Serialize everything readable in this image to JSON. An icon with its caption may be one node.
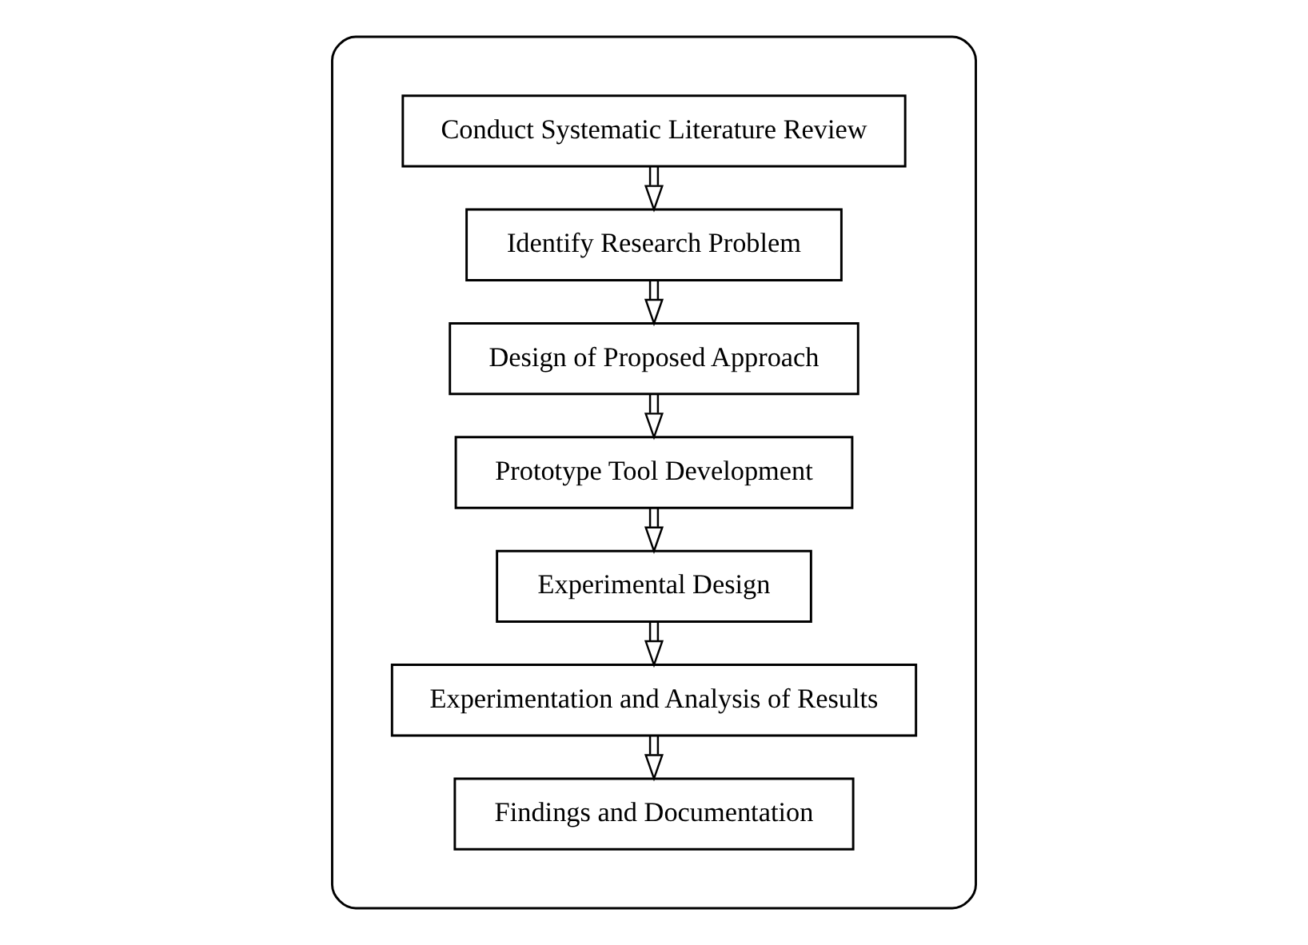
{
  "diagram": {
    "nodes": [
      {
        "text": [],
        "shape": "box"
      },
      {
        "text": [
          "Conduct Systematic Literature Review"
        ],
        "in": 0
      },
      {
        "text": [
          "Identify Research Problem"
        ],
        "in": 0
      },
      {
        "text": [
          "Design of Proposed Approach"
        ],
        "in": 0
      },
      {
        "text": [
          "Prototype Tool Development"
        ],
        "in": 0
      },
      {
        "text": [
          "Experimental Design"
        ],
        "in": 0
      },
      {
        "text": [
          "Experimentation and Analysis of Results"
        ],
        "in": 0
      },
      {
        "text": [
          "Findings and Documentation"
        ],
        "in": 0
      }
    ],
    "edges": [
      {
        "from": 1,
        "to": 2,
        "arrow": "to"
      },
      {
        "from": 2,
        "to": 3,
        "arrow": "to"
      },
      {
        "from": 3,
        "to": 4,
        "arrow": "to"
      },
      {
        "from": 4,
        "to": 5,
        "arrow": "to"
      },
      {
        "from": 5,
        "to": 6,
        "arrow": "to"
      },
      {
        "from": 6,
        "to": 7,
        "arrow": "to"
      }
    ]
  }
}
